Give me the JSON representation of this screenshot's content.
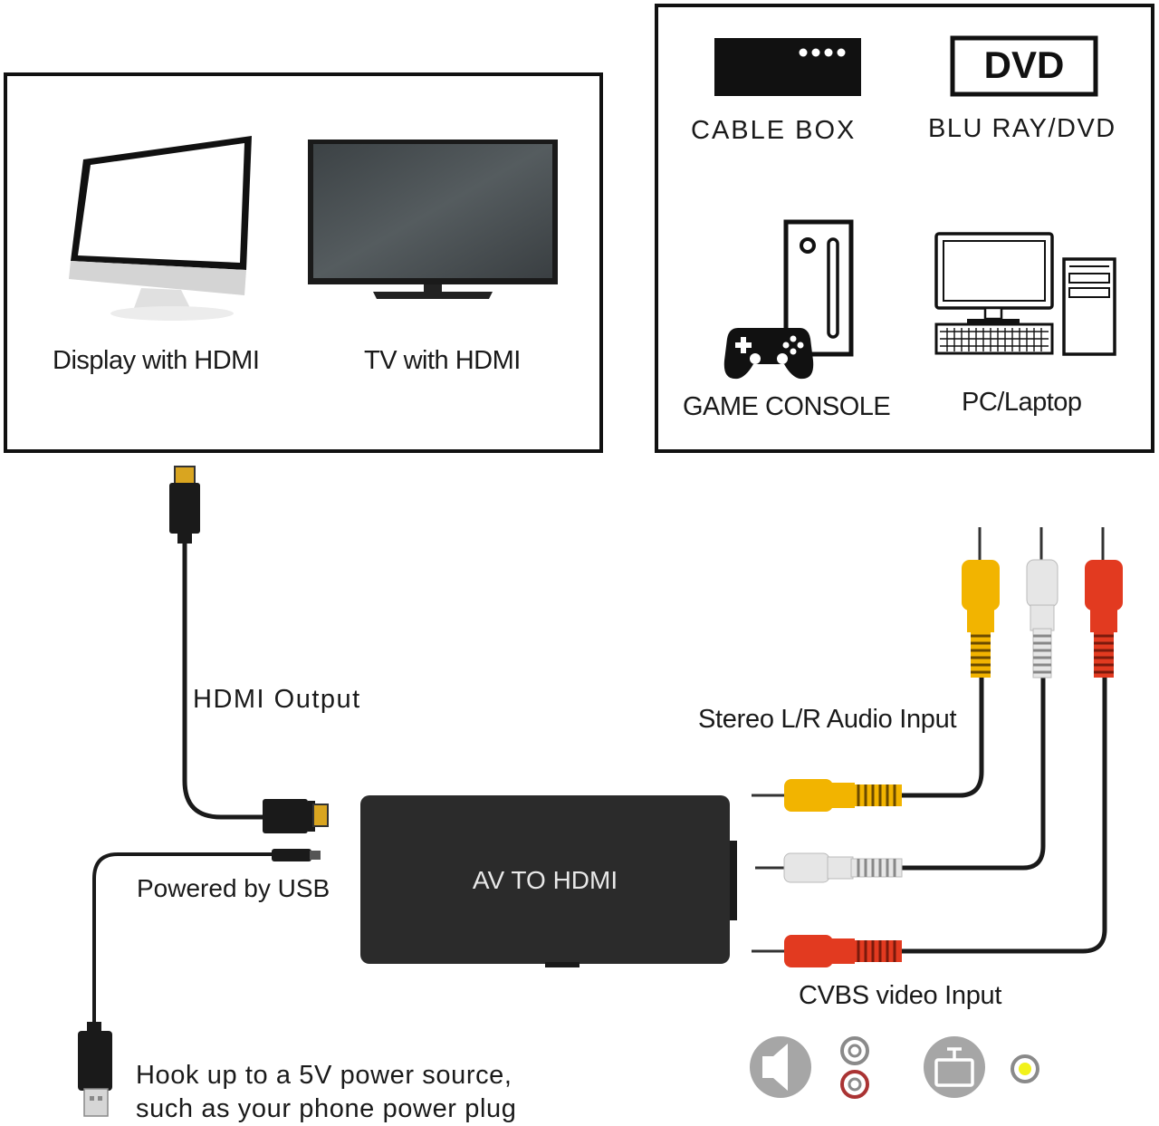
{
  "outputs_panel": {
    "display_label": "Display with HDMI",
    "tv_label": "TV with HDMI"
  },
  "sources_panel": {
    "cable_box_label": "CABLE BOX",
    "dvd_logo": "DVD",
    "bluray_label": "BLU RAY/DVD",
    "game_console_label": "GAME CONSOLE",
    "pc_label": "PC/Laptop"
  },
  "converter": {
    "label": "AV TO HDMI"
  },
  "cables": {
    "hdmi_output_label": "HDMI Output",
    "usb_power_label": "Powered by USB",
    "audio_input_label": "Stereo L/R Audio Input",
    "video_input_label": "CVBS video Input"
  },
  "power_note": {
    "line1": "Hook up to a 5V power source,",
    "line2": "such as your phone power plug"
  },
  "colors": {
    "video_plug": "#f2b400",
    "audio_left_plug": "#e6e6e6",
    "audio_right_plug": "#e23a20",
    "converter_body": "#2b2b2b"
  },
  "icons": [
    "speaker-icon",
    "audio-jack-icon",
    "tv-icon",
    "video-jack-icon"
  ]
}
